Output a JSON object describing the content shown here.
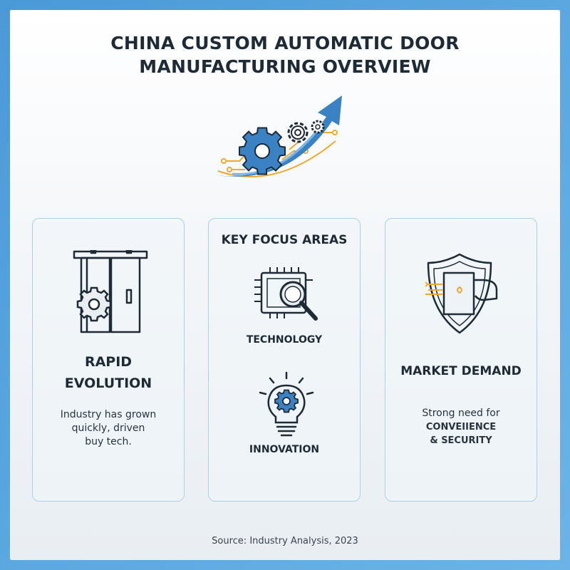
{
  "title": {
    "line1": "CHINA CUSTOM AUTOMATIC DOOR",
    "line2": "MANUFACTURING OVERVIEW"
  },
  "hero": {
    "icon": "growth-arrow-with-gears-icon",
    "accent": "#3b82c4",
    "secondary": "#f0a830"
  },
  "cards": {
    "rapid": {
      "icon": "automatic-door-gear-icon",
      "heading_line1": "RAPID",
      "heading_line2": "EVOLUTION",
      "text_line1": "Industry has grown",
      "text_line2": "quickly, driven",
      "text_line3": "buy tech."
    },
    "focus": {
      "heading": "KEY FOCUS AREAS",
      "item1": {
        "icon": "chip-magnifier-icon",
        "label": "TECHNOLOGY"
      },
      "item2": {
        "icon": "lightbulb-gear-icon",
        "label": "INNOVATION"
      }
    },
    "market": {
      "icon": "shield-hand-door-icon",
      "heading": "MARKET DEMAND",
      "text_line1": "Strong need for",
      "text_line2": "CONVEIIENCE",
      "text_line3": "& SECURITY"
    }
  },
  "source": "Source: Industry Analysis, 2023",
  "colors": {
    "blue": "#3b82c4",
    "orange": "#f0a830",
    "dark": "#1e2a35",
    "border": "#a9d0ec"
  }
}
